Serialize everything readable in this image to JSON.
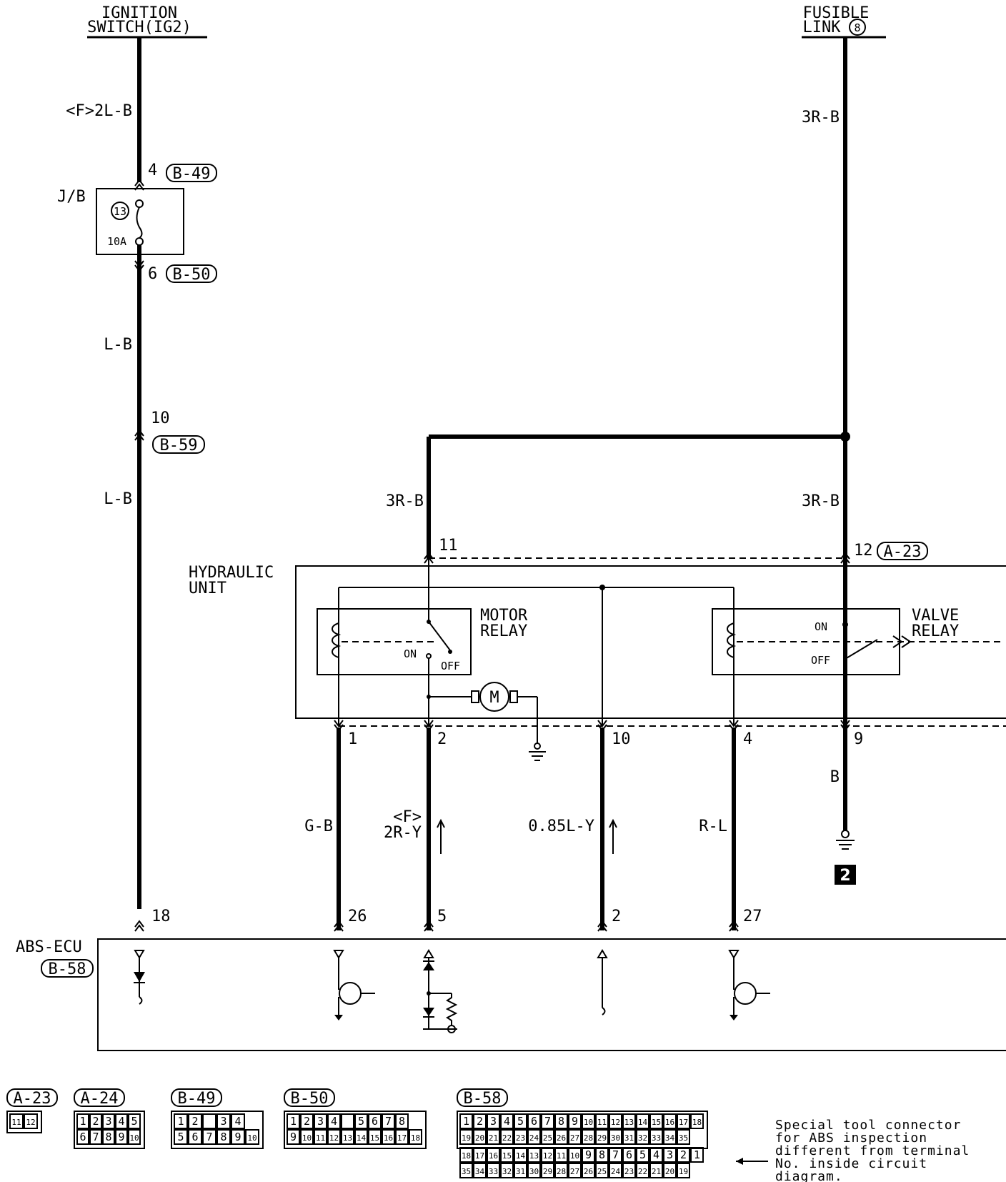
{
  "sources": {
    "ignition_switch": {
      "line1": "IGNITION",
      "line2": "SWITCH(IG2)"
    },
    "fusible_link": {
      "line1": "FUSIBLE",
      "line2": "LINK",
      "number": "8"
    }
  },
  "wires": {
    "ign_top": "<F>2L-B",
    "lb_1": "L-B",
    "lb_2": "L-B",
    "fus_top": "3R-B",
    "motor_feed": "3R-B",
    "valve_feed": "3R-B",
    "pin1": "G-B",
    "pin2_line1": "<F>",
    "pin2_line2": "2R-Y",
    "pin10": "0.85L-Y",
    "pin4": "R-L",
    "pin9": "B"
  },
  "junction_block": {
    "label": "J/B",
    "fuse_number": "13",
    "fuse_rating": "10A"
  },
  "pins": {
    "jb_in": "4",
    "jb_out": "6",
    "b59": "10",
    "hu_motor_in": "11",
    "hu_valve_in": "12",
    "hu_out_1": "1",
    "hu_out_2": "2",
    "hu_out_10": "10",
    "hu_out_4": "4",
    "hu_out_9": "9",
    "ecu_18": "18",
    "ecu_26": "26",
    "ecu_5": "5",
    "ecu_2": "2",
    "ecu_27": "27"
  },
  "connector_refs": {
    "b49": "B-49",
    "b50": "B-50",
    "b59": "B-59",
    "a23": "A-23",
    "b58": "B-58"
  },
  "components": {
    "hydraulic_unit": {
      "line1": "HYDRAULIC",
      "line2": "UNIT"
    },
    "motor_relay": {
      "line1": "MOTOR",
      "line2": "RELAY",
      "on": "ON",
      "off": "OFF",
      "motor": "M"
    },
    "valve_relay": {
      "line1": "VALVE",
      "line2": "RELAY",
      "on": "ON",
      "off": "OFF"
    },
    "abs_ecu": {
      "label": "ABS-ECU"
    },
    "ground_point": "2"
  },
  "legend": {
    "connectors": [
      {
        "name": "A-23",
        "rows": [
          [
            "11",
            "12"
          ]
        ]
      },
      {
        "name": "A-24",
        "rows": [
          [
            "1",
            "2",
            "3",
            "4",
            "5"
          ],
          [
            "6",
            "7",
            "8",
            "9",
            "10"
          ]
        ]
      },
      {
        "name": "B-49",
        "rows": [
          [
            "1",
            "2",
            "",
            "3",
            "4"
          ],
          [
            "5",
            "6",
            "7",
            "8",
            "9",
            "10"
          ]
        ]
      },
      {
        "name": "B-50",
        "rows": [
          [
            "1",
            "2",
            "3",
            "4",
            "",
            "5",
            "6",
            "7",
            "8"
          ],
          [
            "9",
            "10",
            "11",
            "12",
            "13",
            "14",
            "15",
            "16",
            "17",
            "18"
          ]
        ]
      },
      {
        "name": "B-58",
        "rows": [
          [
            "1",
            "2",
            "3",
            "4",
            "5",
            "6",
            "7",
            "8",
            "9",
            "10",
            "11",
            "12",
            "13",
            "14",
            "15",
            "16",
            "17",
            "18"
          ],
          [
            "19",
            "20",
            "21",
            "22",
            "23",
            "24",
            "25",
            "26",
            "27",
            "28",
            "29",
            "30",
            "31",
            "32",
            "33",
            "34",
            "35"
          ]
        ]
      }
    ],
    "special_tool_rows": [
      [
        "18",
        "17",
        "16",
        "15",
        "14",
        "13",
        "12",
        "11",
        "10",
        "9",
        "8",
        "7",
        "6",
        "5",
        "4",
        "3",
        "2",
        "1"
      ],
      [
        "35",
        "34",
        "33",
        "32",
        "31",
        "30",
        "29",
        "28",
        "27",
        "26",
        "25",
        "24",
        "23",
        "22",
        "21",
        "20",
        "19"
      ]
    ],
    "note_lines": [
      "Special tool connector",
      "for ABS inspection",
      "different from terminal",
      "No. inside circuit",
      "diagram."
    ]
  }
}
